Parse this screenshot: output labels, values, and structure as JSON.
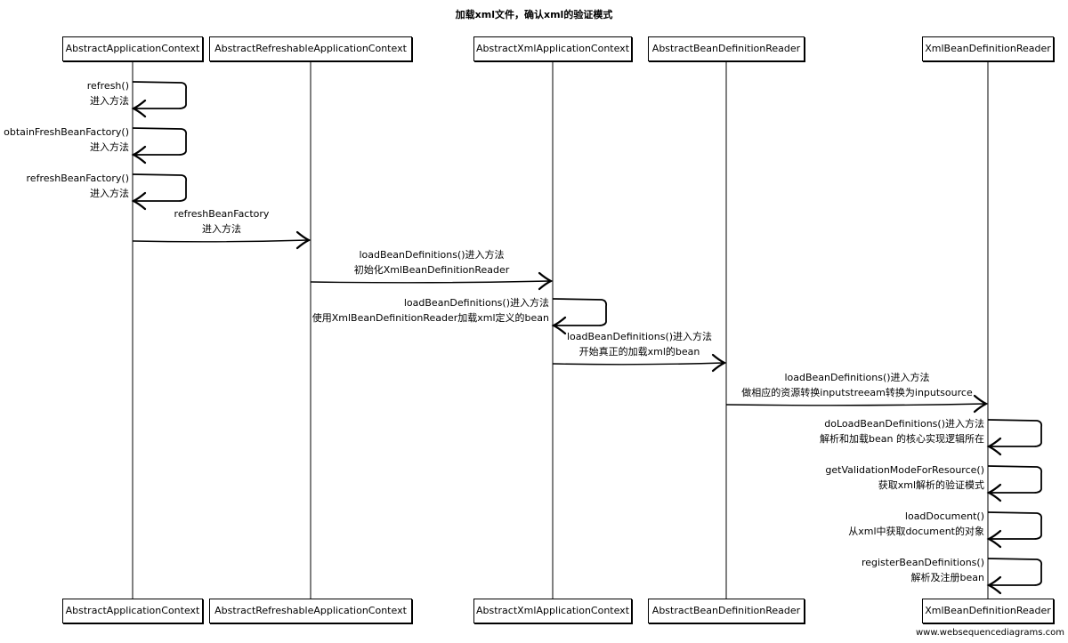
{
  "title": "加载xml文件，确认xml的验证模式",
  "participants": [
    "AbstractApplicationContext",
    "AbstractRefreshableApplicationContext",
    "AbstractXmlApplicationContext",
    "AbstractBeanDefinitionReader",
    "XmlBeanDefinitionReader"
  ],
  "messages": [
    {
      "from": 0,
      "to": 0,
      "line1": "refresh()",
      "line2": "进入方法"
    },
    {
      "from": 0,
      "to": 0,
      "line1": "obtainFreshBeanFactory()",
      "line2": "进入方法"
    },
    {
      "from": 0,
      "to": 0,
      "line1": "refreshBeanFactory()",
      "line2": "进入方法"
    },
    {
      "from": 0,
      "to": 1,
      "line1": "refreshBeanFactory",
      "line2": "进入方法"
    },
    {
      "from": 1,
      "to": 2,
      "line1": "loadBeanDefinitions()进入方法",
      "line2": "初始化XmlBeanDefinitionReader"
    },
    {
      "from": 2,
      "to": 2,
      "line1": "loadBeanDefinitions()进入方法",
      "line2": "使用XmlBeanDefinitionReader加载xml定义的bean"
    },
    {
      "from": 2,
      "to": 3,
      "line1": "loadBeanDefinitions()进入方法",
      "line2": "开始真正的加载xml的bean"
    },
    {
      "from": 3,
      "to": 4,
      "line1": "loadBeanDefinitions()进入方法",
      "line2": "做相应的资源转换inputstreeam转换为inputsource"
    },
    {
      "from": 4,
      "to": 4,
      "line1": "doLoadBeanDefinitions()进入方法",
      "line2": "解析和加载bean 的核心实现逻辑所在"
    },
    {
      "from": 4,
      "to": 4,
      "line1": "getValidationModeForResource()",
      "line2": "获取xml解析的验证模式"
    },
    {
      "from": 4,
      "to": 4,
      "line1": "loadDocument()",
      "line2": "从xml中获取document的对象"
    },
    {
      "from": 4,
      "to": 4,
      "line1": "registerBeanDefinitions()",
      "line2": "解析及注册bean"
    }
  ],
  "watermark": "www.websequencediagrams.com"
}
